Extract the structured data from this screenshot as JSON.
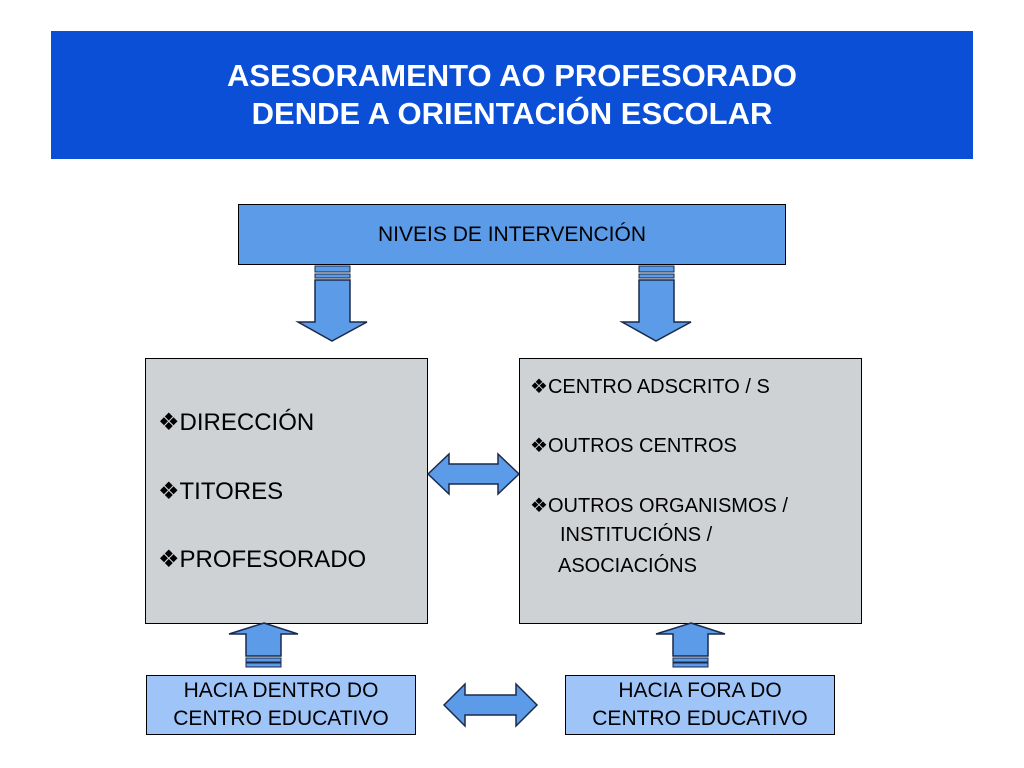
{
  "title": {
    "line1": "ASESORAMENTO AO PROFESORADO",
    "line2": "DENDE A ORIENTACIÓN ESCOLAR"
  },
  "levels_box": {
    "label": "NIVEIS DE INTERVENCIÓN"
  },
  "left_box": {
    "bullet": "❖",
    "items": [
      "DIRECCIÓN",
      "TITORES",
      "PROFESORADO"
    ]
  },
  "right_box": {
    "bullet": "❖",
    "items": [
      "CENTRO ADSCRITO / S",
      "OUTROS CENTROS",
      "OUTROS ORGANISMOS /"
    ],
    "continuation": [
      "INSTITUCIÓNS /",
      "ASOCIACIÓNS"
    ]
  },
  "bottom_left": {
    "line1": "HACIA DENTRO DO",
    "line2": "CENTRO EDUCATIVO"
  },
  "bottom_right": {
    "line1": "HACIA FORA DO",
    "line2": "CENTRO EDUCATIVO"
  },
  "colors": {
    "title_bg": "#0a4fd6",
    "levels_bg": "#5b9be8",
    "content_bg": "#cfd2d5",
    "bottom_bg": "#9fc5f8",
    "arrow_fill": "#5b9be8"
  }
}
